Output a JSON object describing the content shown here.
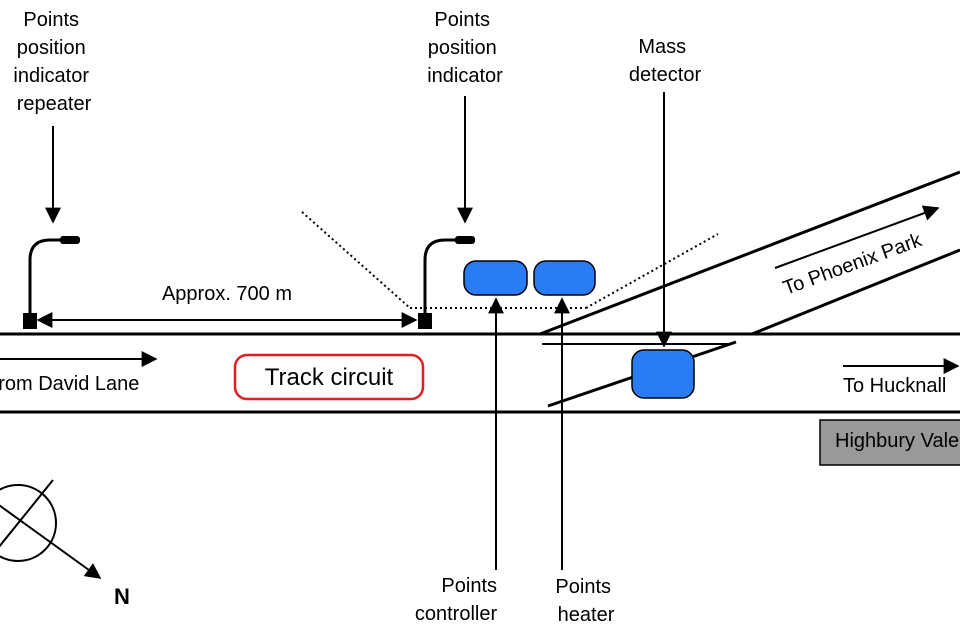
{
  "labels": {
    "ppi_repeater": [
      "Points",
      "position",
      "indicator",
      "repeater"
    ],
    "ppi": [
      "Points",
      "position",
      "indicator"
    ],
    "mass_detector": [
      "Mass",
      "detector"
    ],
    "distance": "Approx. 700 m",
    "from_david_lane": "From David Lane",
    "track_circuit": "Track circuit",
    "to_phoenix_park": "To Phoenix Park",
    "to_hucknall": "To Hucknall",
    "highbury_vale": "Highbury Vale",
    "points_controller": [
      "Points",
      "controller"
    ],
    "points_heater": [
      "Points",
      "heater"
    ],
    "north": "N"
  },
  "colors": {
    "equipment": "#2a7cf6",
    "track_circuit_border": "#e02020",
    "station_box": "#999999"
  }
}
